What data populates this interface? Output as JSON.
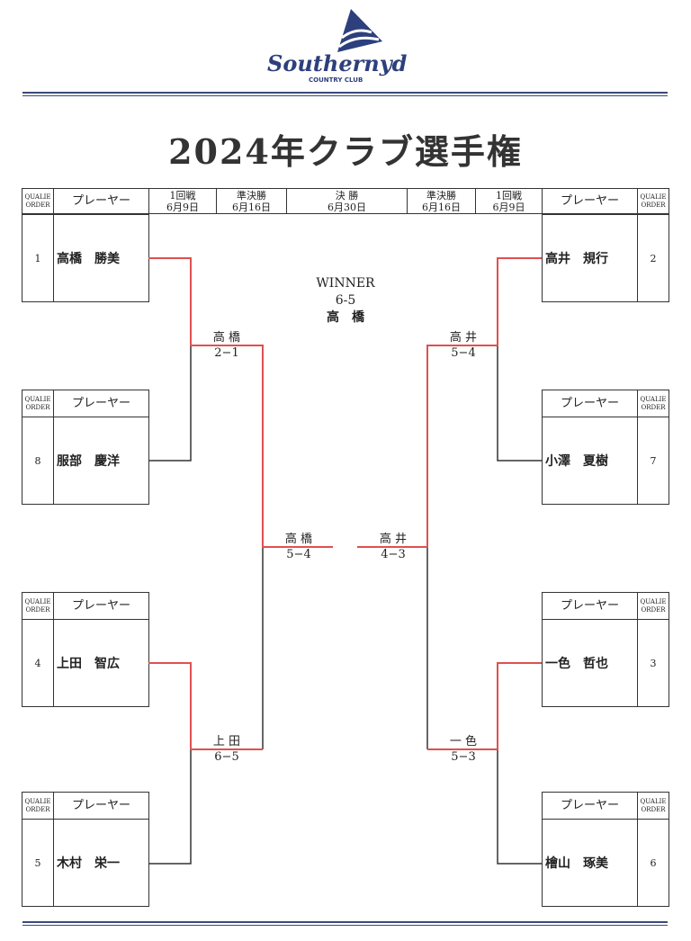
{
  "logo": {
    "name": "Southernyd",
    "sub": "COUNTRY CLUB"
  },
  "title": "2024年クラブ選手権",
  "header": {
    "qualie": "QUALIE",
    "order": "ORDER",
    "player": "プレーヤー",
    "r1": {
      "name": "1回戦",
      "date": "6月9日"
    },
    "sf": {
      "name": "準決勝",
      "date": "6月16日"
    },
    "final": {
      "name": "決 勝",
      "date": "6月30日"
    }
  },
  "left": [
    {
      "order": "1",
      "name": "高橋　勝美"
    },
    {
      "order": "8",
      "name": "服部　慶洋"
    },
    {
      "order": "4",
      "name": "上田　智広"
    },
    {
      "order": "5",
      "name": "木村　栄一"
    }
  ],
  "right": [
    {
      "order": "2",
      "name": "高井　規行"
    },
    {
      "order": "7",
      "name": "小澤　夏樹"
    },
    {
      "order": "3",
      "name": "一色　哲也"
    },
    {
      "order": "6",
      "name": "檜山　琢美"
    }
  ],
  "results": {
    "l1": {
      "winner": "高 橋",
      "score": "2−1"
    },
    "l2": {
      "winner": "上 田",
      "score": "6−5"
    },
    "lsf": {
      "winner": "高 橋",
      "score": "5−4"
    },
    "r1": {
      "winner": "高 井",
      "score": "5−4"
    },
    "r2": {
      "winner": "一 色",
      "score": "5−3"
    },
    "rsf": {
      "winner": "高 井",
      "score": "4−3"
    }
  },
  "winner": {
    "label": "WINNER",
    "score": "6-5",
    "name": "高　橋"
  },
  "colors": {
    "win": "#e05050",
    "line": "#333333",
    "brand": "#2d3f7c"
  }
}
